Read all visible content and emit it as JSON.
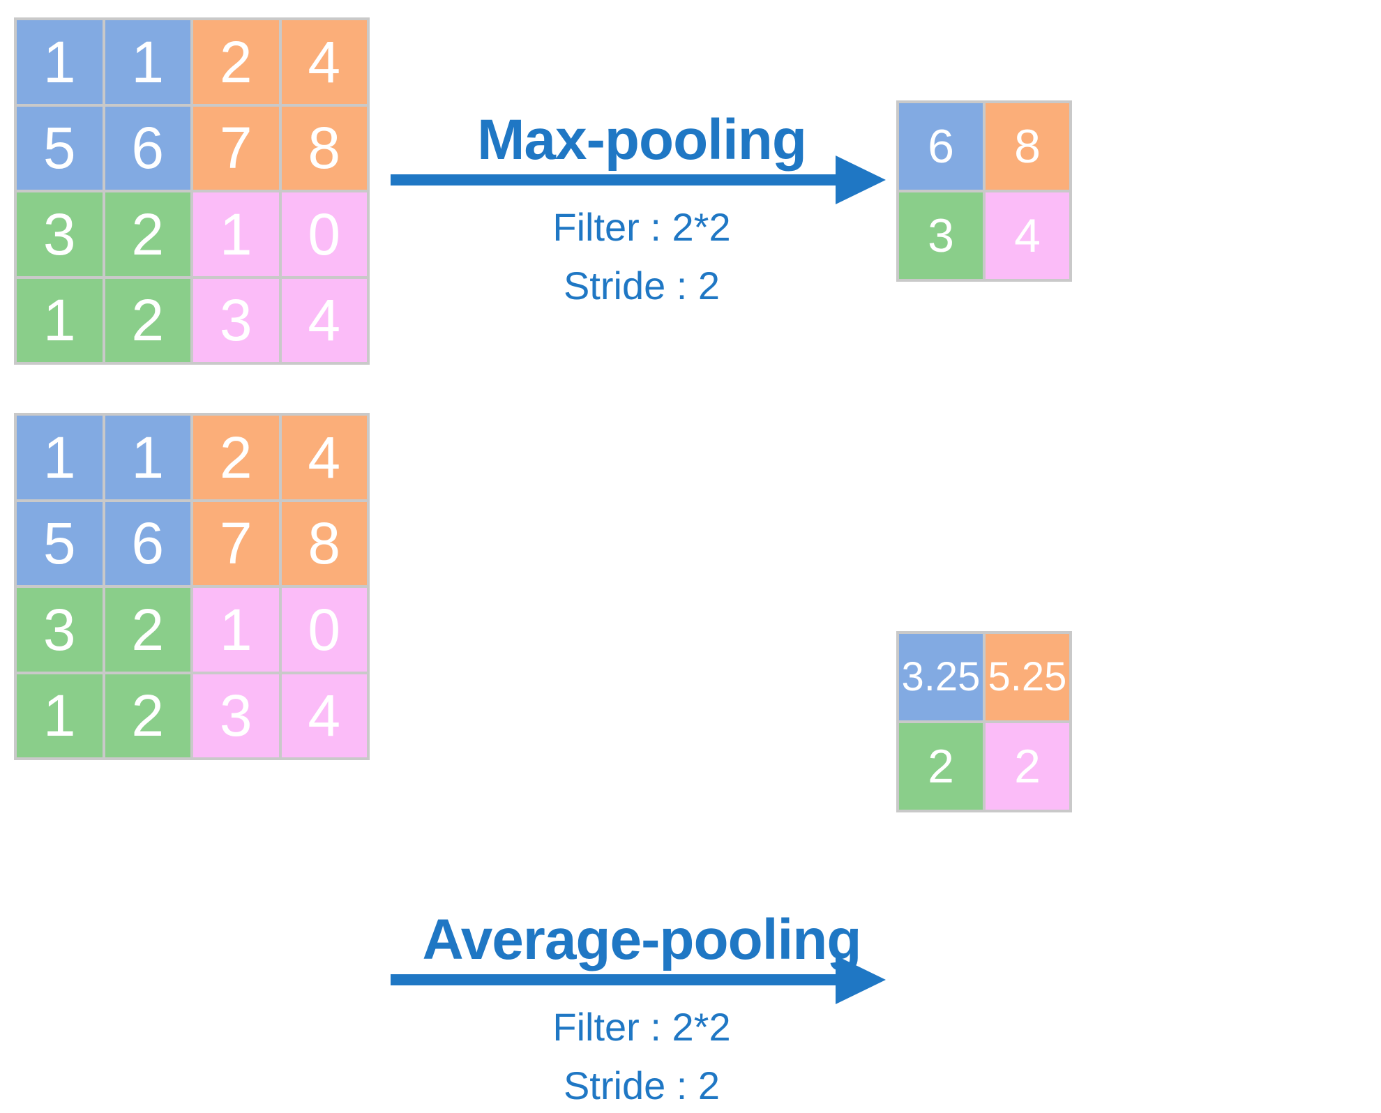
{
  "colors": {
    "blue": "#82aae2",
    "orange": "#fbae79",
    "green": "#8ace8a",
    "pink": "#fbbcf8",
    "grid_border": "#c9c9c9",
    "accent_text": "#1f77c4",
    "cell_text": "#ffffff"
  },
  "sections": [
    {
      "id": "max",
      "title": "Max-pooling",
      "filter_label": "Filter : 2*2",
      "stride_label": "Stride : 2",
      "input_grid": {
        "rows": 4,
        "cols": 4,
        "values": [
          [
            "1",
            "1",
            "2",
            "4"
          ],
          [
            "5",
            "6",
            "7",
            "8"
          ],
          [
            "3",
            "2",
            "1",
            "0"
          ],
          [
            "1",
            "2",
            "3",
            "4"
          ]
        ]
      },
      "output_grid": {
        "rows": 2,
        "cols": 2,
        "values": [
          [
            "6",
            "8"
          ],
          [
            "3",
            "4"
          ]
        ]
      }
    },
    {
      "id": "avg",
      "title": "Average-pooling",
      "filter_label": "Filter : 2*2",
      "stride_label": "Stride : 2",
      "input_grid": {
        "rows": 4,
        "cols": 4,
        "values": [
          [
            "1",
            "1",
            "2",
            "4"
          ],
          [
            "5",
            "6",
            "7",
            "8"
          ],
          [
            "3",
            "2",
            "1",
            "0"
          ],
          [
            "1",
            "2",
            "3",
            "4"
          ]
        ]
      },
      "output_grid": {
        "rows": 2,
        "cols": 2,
        "values": [
          [
            "3.25",
            "5.25"
          ],
          [
            "2",
            "2"
          ]
        ]
      }
    }
  ]
}
